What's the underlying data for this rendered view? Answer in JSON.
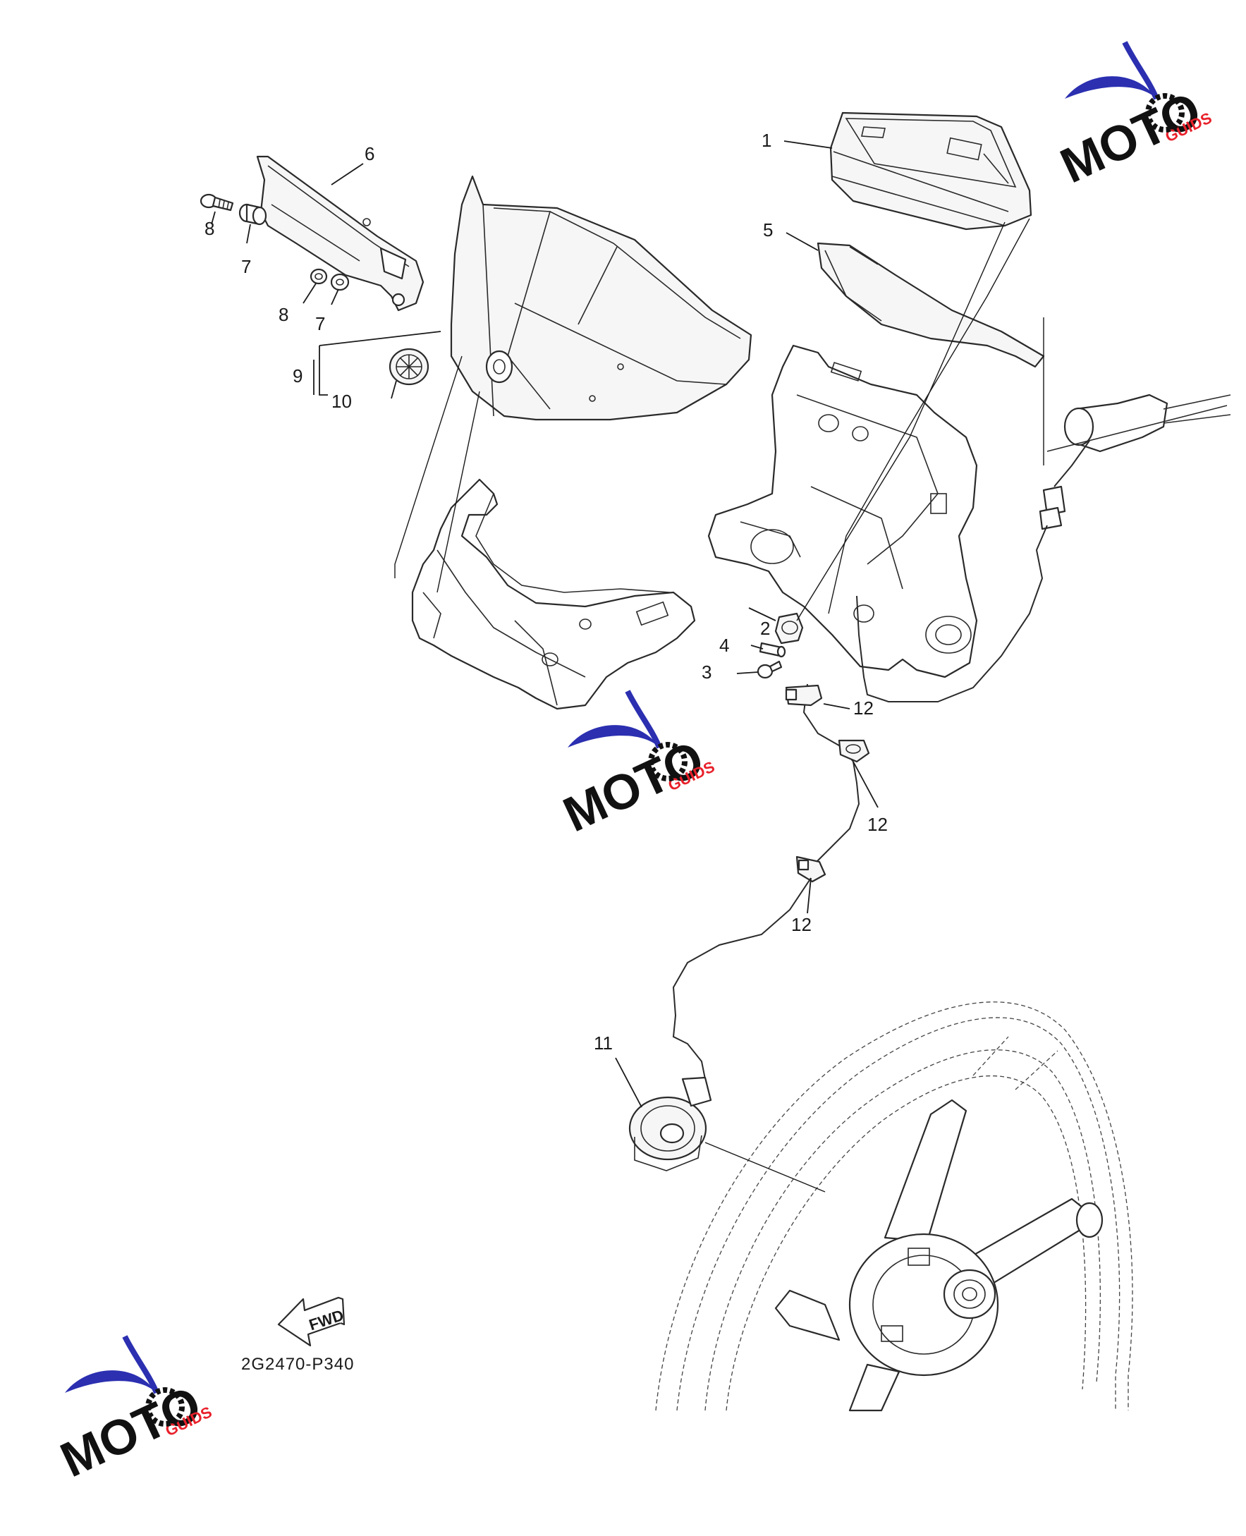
{
  "diagram_code": "2G2470-P340",
  "fwd_label": "FWD",
  "watermark": {
    "brand": "MOTO",
    "suffix": "GUIDS",
    "red": "#e8202a",
    "blue": "#2b2fb0",
    "black": "#111111"
  },
  "callouts": [
    {
      "id": "c1",
      "text": "1"
    },
    {
      "id": "c2",
      "text": "2"
    },
    {
      "id": "c3",
      "text": "3"
    },
    {
      "id": "c4",
      "text": "4"
    },
    {
      "id": "c5",
      "text": "5"
    },
    {
      "id": "c6",
      "text": "6"
    },
    {
      "id": "c7a",
      "text": "7"
    },
    {
      "id": "c7b",
      "text": "7"
    },
    {
      "id": "c8a",
      "text": "8"
    },
    {
      "id": "c8b",
      "text": "8"
    },
    {
      "id": "c9",
      "text": "9"
    },
    {
      "id": "c10",
      "text": "10"
    },
    {
      "id": "c11",
      "text": "11"
    },
    {
      "id": "c12a",
      "text": "12"
    },
    {
      "id": "c12b",
      "text": "12"
    },
    {
      "id": "c12c",
      "text": "12"
    }
  ]
}
